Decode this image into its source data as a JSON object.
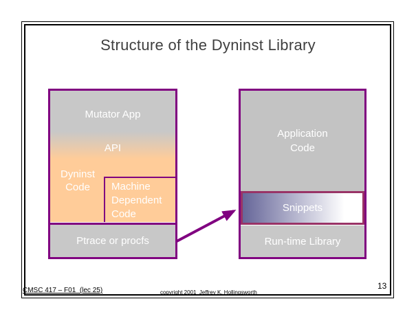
{
  "slide": {
    "title": "Structure of the Dyninst Library",
    "footer_left": "CMSC 417 – F01  (lec 25)",
    "footer_center": "copyright 2001  Jeffrey K. Hollingsworth",
    "page_number": "13"
  },
  "diagram": {
    "mutator_box": {
      "mutator_app": "Mutator App",
      "api": "API",
      "dyninst_code": "Dyninst Code",
      "machine_dependent_code": "Machine Dependent Code",
      "ptrace": "Ptrace or procfs"
    },
    "application_box": {
      "application_code": "Application Code",
      "snippets": "Snippets",
      "runtime_library": "Run-time Library"
    },
    "colors": {
      "box_border": "#800080",
      "snippets_border": "#993366",
      "snippets_gradient_start": "#666699",
      "dyninst_fill": "#ffcc99",
      "gray_fill": "#c8c8c8",
      "arrow": "#800080",
      "title_text": "#3f3f3f",
      "label_text": "#ffffff"
    }
  }
}
